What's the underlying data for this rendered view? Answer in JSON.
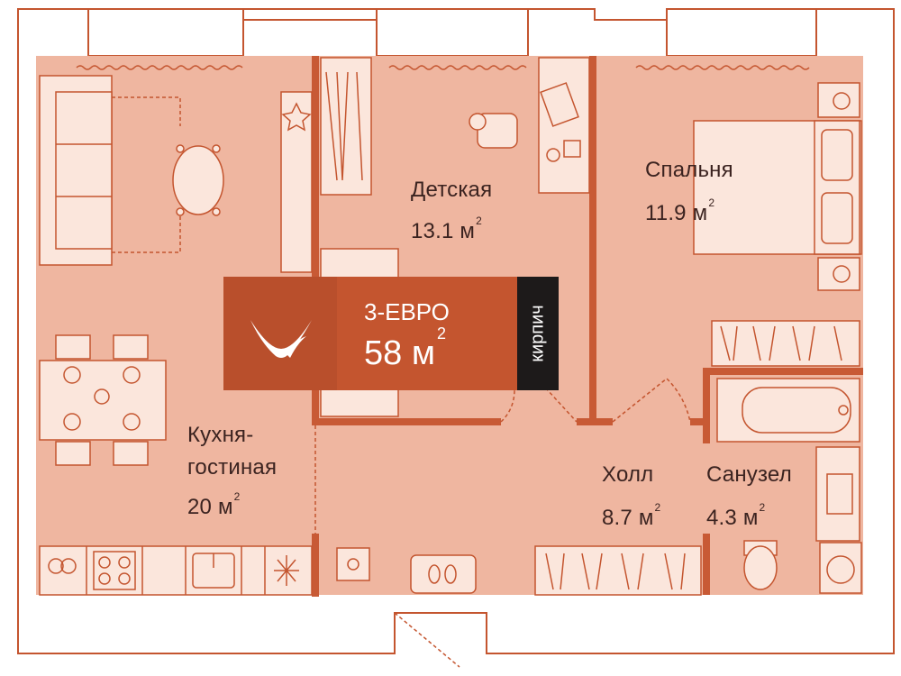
{
  "colors": {
    "floor": "#efb6a0",
    "wall": "#c85a35",
    "line": "#c4552f",
    "badge_dark": "#b94f2c",
    "badge_main": "#c4552f",
    "tag_bg": "#1d1a1a",
    "text": "#3b2320"
  },
  "badge": {
    "logo_icon": "bird-logo-icon",
    "apartment_type": "3-ЕВРО",
    "area_value": "58 м",
    "area_unit_sup": "2",
    "material": "кирпич"
  },
  "rooms": {
    "kids": {
      "name": "Детская",
      "area": "13.1 м",
      "sup": "2"
    },
    "bedroom": {
      "name": "Спальня",
      "area": "11.9 м",
      "sup": "2"
    },
    "kitchen": {
      "name_line1": "Кухня-",
      "name_line2": "гостиная",
      "area": "20 м",
      "sup": "2"
    },
    "hall": {
      "name": "Холл",
      "area": "8.7 м",
      "sup": "2"
    },
    "bathroom": {
      "name": "Санузел",
      "area": "4.3 м",
      "sup": "2"
    }
  },
  "furniture_icons": [
    "sofa-icon",
    "coffee-table-icon",
    "plant-icon",
    "desk-chair-icon",
    "desk-icon",
    "bed-icon",
    "wardrobe-icon",
    "dining-table-icon",
    "stove-icon",
    "sink-icon",
    "fridge-icon",
    "bathtub-icon",
    "toilet-icon",
    "washbasin-icon",
    "washing-machine-icon",
    "shoe-mat-icon",
    "lamp-icon"
  ]
}
